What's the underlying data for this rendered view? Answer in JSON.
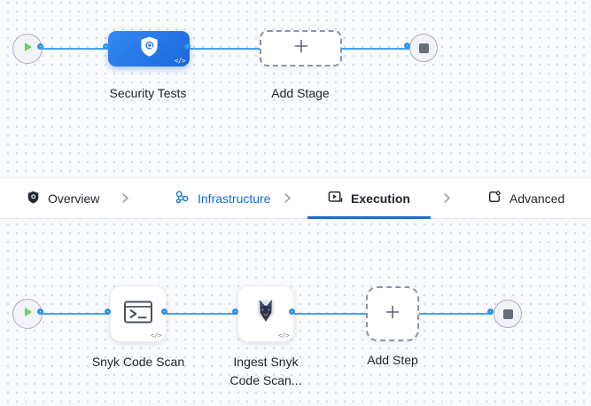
{
  "stage_graph": {
    "stage_label": "Security Tests",
    "add_stage_label": "Add Stage",
    "code_badge": "</>"
  },
  "tab_bar": {
    "tabs": [
      {
        "label": "Overview",
        "icon": "shield-overview-icon",
        "active": false
      },
      {
        "label": "Infrastructure",
        "icon": "infrastructure-icon",
        "active": false,
        "link_blue": true
      },
      {
        "label": "Execution",
        "icon": "execution-icon",
        "active": true
      },
      {
        "label": "Advanced",
        "icon": "advanced-gear-icon",
        "active": false
      }
    ]
  },
  "execution_graph": {
    "steps": [
      {
        "label": "Snyk Code Scan",
        "icon": "terminal-icon",
        "code_badge": "</>"
      },
      {
        "label": "Ingest Snyk Code Scan...",
        "icon": "snyk-dog-icon",
        "code_badge": "</>"
      },
      {
        "label": "Add Step",
        "icon": "plus-icon"
      }
    ]
  },
  "icons": {
    "start": "play-icon",
    "end": "stop-icon",
    "separator": "chevron-right-icon",
    "stage": "security-shield-scan-icon",
    "add": "plus-icon"
  },
  "colors": {
    "edge_blue": "#3fa5f1",
    "connector_blue": "#2b94ef",
    "stage_node_blue": "#2176e5",
    "active_tab_underline": "#1f6bd3",
    "infrastructure_link": "#0b6cda",
    "play_green": "#6fd058",
    "stop_gray": "#646d79"
  }
}
